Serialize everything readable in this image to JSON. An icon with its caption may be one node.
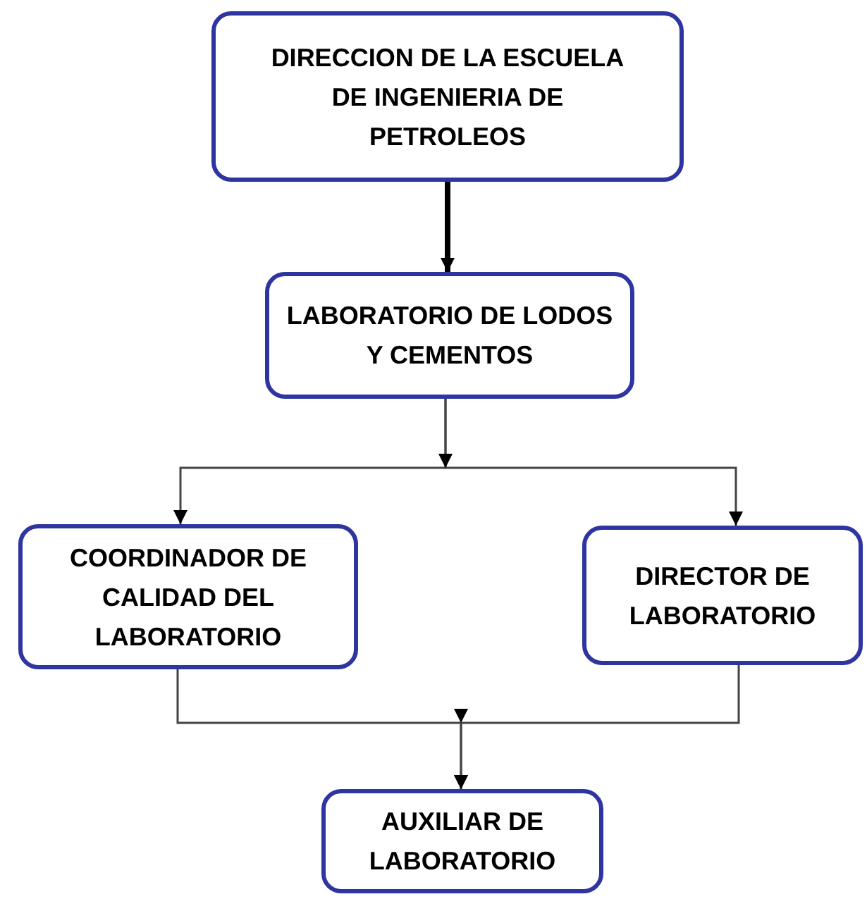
{
  "diagram": {
    "nodes": [
      {
        "text": [
          "DIRECCION DE LA ESCUELA DE  INGENIERIA DE PETROLEOS"
        ]
      },
      {
        "text": [
          "LABORATORIO DE LODOS Y CEMENTOS"
        ]
      },
      {
        "text": [
          "COORDINADOR DE CALIDAD DEL LABORATORIO"
        ]
      },
      {
        "text": [
          "DIRECTOR DE LABORATORIO"
        ]
      },
      {
        "text": [
          "AUXILIAR DE LABORATORIO"
        ]
      }
    ],
    "edges": [
      {
        "from": 0,
        "to": 1,
        "arrow": "to",
        "style": "thick"
      },
      {
        "from": 1,
        "to": 2,
        "arrow": "to"
      },
      {
        "from": 1,
        "to": 3,
        "arrow": "to"
      },
      {
        "from": 2,
        "to": 4,
        "arrow": "to"
      },
      {
        "from": 3,
        "to": 4,
        "arrow": "to"
      }
    ]
  }
}
